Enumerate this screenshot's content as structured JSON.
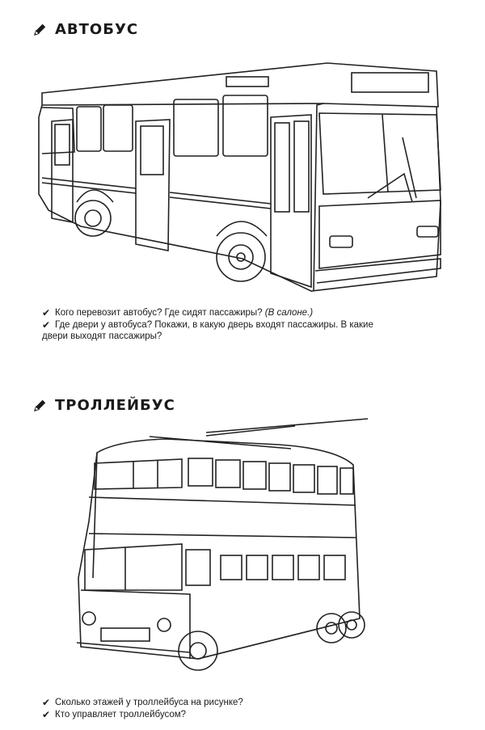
{
  "sections": [
    {
      "title": "АВТОБУС",
      "questions": [
        {
          "text": "Кого перевозит автобус? Где сидят пассажиры?",
          "note": "(В салоне.)"
        },
        {
          "text": "Где двери у автобуса? Покажи, в какую дверь входят пассажиры. В какие",
          "cont": "двери выходят пассажиры?"
        }
      ]
    },
    {
      "title": "ТРОЛЛЕЙБУС",
      "questions": [
        {
          "text": "Сколько этажей у троллейбуса на рисунке?"
        },
        {
          "text": "Кто управляет троллейбусом?"
        }
      ]
    }
  ],
  "icons": {
    "heading": "pencil-icon",
    "bullet": "check-icon"
  },
  "check_glyph": "✔"
}
